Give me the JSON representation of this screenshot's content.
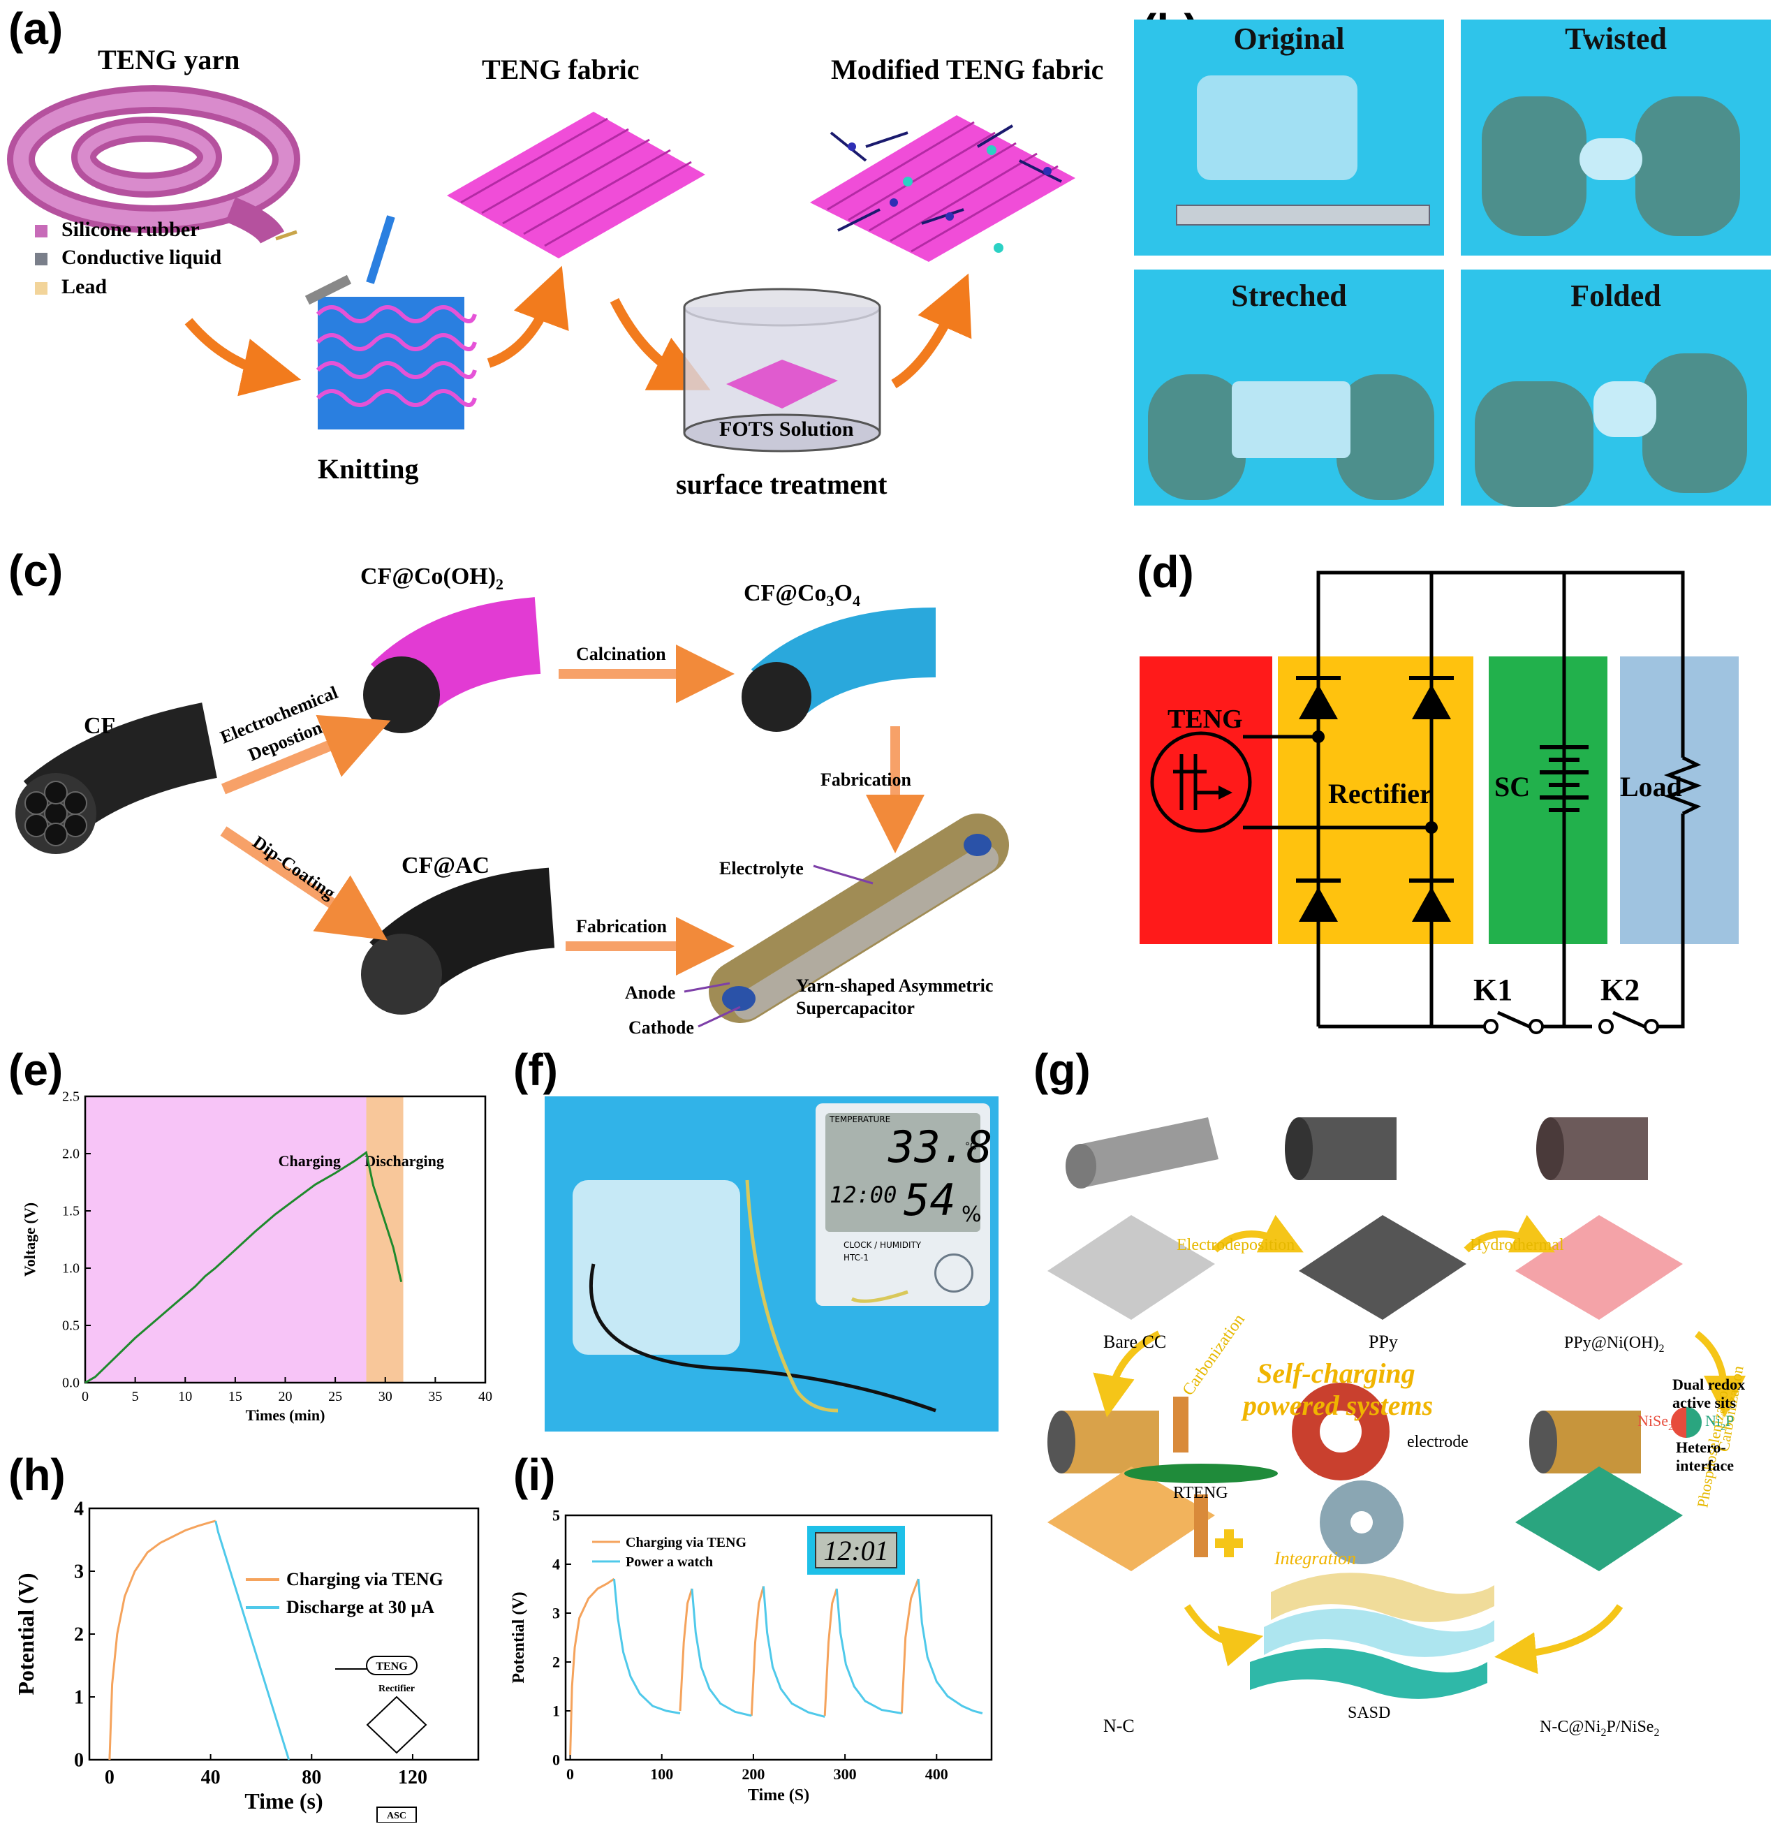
{
  "panels": {
    "a": {
      "label": "(a)",
      "teng_yarn": "TENG yarn",
      "teng_fabric": "TENG fabric",
      "modified_fabric": "Modified TENG fabric",
      "legend": [
        "Silicone rubber",
        "Conductive liquid",
        "Lead"
      ],
      "legend_colors": [
        "#c76bb8",
        "#7a7f8a",
        "#f2d49a"
      ],
      "knitting": "Knitting",
      "fots": "FOTS  Solution",
      "surface": "surface treatment"
    },
    "b": {
      "label": "(b)",
      "captions": [
        "Original",
        "Twisted",
        "Streched",
        "Folded"
      ]
    },
    "c": {
      "label": "(c)",
      "cf": "CF",
      "cf_coh": "CF@Co(OH)",
      "cf_coh_sub": "2",
      "cf_co3o4_a": "CF@Co",
      "cf_co3o4_b": "3",
      "cf_co3o4_c": "O",
      "cf_co3o4_d": "4",
      "cf_ac": "CF@AC",
      "electrochemical": "Electrochemical",
      "depostion": "Depostion",
      "calcination": "Calcination",
      "fabrication1": "Fabrication",
      "dip": "Dip-Coating",
      "fabrication2": "Fabrication",
      "electrolyte": "Electrolyte",
      "anode": "Anode",
      "cathode": "Cathode",
      "yarn_sc1": "Yarn-shaped Asymmetric",
      "yarn_sc2": "Supercapacitor"
    },
    "d": {
      "label": "(d)",
      "teng": "TENG",
      "rectifier": "Rectifier",
      "sc": "SC",
      "load": "Load",
      "k1": "K1",
      "k2": "K2",
      "colors": {
        "teng": "#ff1a1a",
        "rectifier": "#ffc20e",
        "sc": "#22b14c",
        "load": "#9fc3e0"
      }
    },
    "e": {
      "label": "(e)"
    },
    "f": {
      "label": "(f)",
      "temperature": "TEMPERATURE",
      "temp_value": "33.8",
      "temp_unit": "°C",
      "time_value": "12:00",
      "hum_value": "54",
      "hum_unit": "%",
      "clock_humidity": "CLOCK / HUMIDITY",
      "model": "HTC-1"
    },
    "g": {
      "label": "(g)",
      "electrodeposition": "Electrodeposition",
      "hydrothermal": "Hydrothermal",
      "carbonization": "Carbonization",
      "phospho": "Phosphoselenization-",
      "phospho2": "Carbonization",
      "bare_cc": "Bare CC",
      "ppy": "PPy",
      "ppy_ni": "PPy@Ni(OH)",
      "ppy_ni_sub": "2",
      "self1": "Self-charging",
      "self2": "powered systems",
      "electrode": "electrode",
      "rteng": "RTENG",
      "integration": "Integration",
      "dual1": "Dual redox",
      "dual2": "active sits",
      "nise2": "NiSe",
      "nise2_sub": "2",
      "ni2p": "Ni",
      "ni2p_sub": "2",
      "ni2p_p": "P",
      "hetero1": "Hetero-",
      "hetero2": "interface",
      "nc": "N-C",
      "sasd": "SASD",
      "ncni": "N-C@Ni",
      "ncni_sub1": "2",
      "ncni_mid": "P/NiSe",
      "ncni_sub2": "2"
    },
    "h": {
      "label": "(h)",
      "inset_teng": "TENG",
      "inset_rect": "Rectifier",
      "inset_asc": "ASC"
    },
    "i": {
      "label": "(i)",
      "lcd": "12:01"
    }
  },
  "chart_data": [
    {
      "id": "e",
      "type": "line",
      "xlabel": "Times (min)",
      "ylabel": "Voltage (V)",
      "xlim": [
        0,
        40
      ],
      "ylim": [
        0,
        2.5
      ],
      "xticks": [
        0,
        5,
        10,
        15,
        20,
        25,
        30,
        35,
        40
      ],
      "yticks": [
        0.0,
        0.5,
        1.0,
        1.5,
        2.0,
        2.5
      ],
      "regions": [
        {
          "label": "Charging",
          "from": 0,
          "to": 28.1,
          "color": "#f7c4f7"
        },
        {
          "label": "Discharging",
          "from": 28.1,
          "to": 31.8,
          "color": "#f8c79a"
        }
      ],
      "series": [
        {
          "color": "#1e8a2c",
          "x": [
            0,
            1,
            3,
            5,
            7,
            9,
            11,
            12,
            13,
            15,
            17,
            19,
            21,
            23,
            25,
            27,
            28.1,
            28.8,
            29.8,
            30.8,
            31.6
          ],
          "y": [
            0.0,
            0.05,
            0.22,
            0.39,
            0.54,
            0.69,
            0.84,
            0.93,
            1.0,
            1.16,
            1.32,
            1.47,
            1.6,
            1.73,
            1.83,
            1.94,
            2.01,
            1.72,
            1.45,
            1.18,
            0.88
          ]
        }
      ]
    },
    {
      "id": "h",
      "type": "line",
      "xlabel": "Time (s)",
      "ylabel": "Potential (V)",
      "xlim": [
        -8,
        146
      ],
      "ylim": [
        0,
        4
      ],
      "xticks": [
        0,
        40,
        80,
        120
      ],
      "yticks": [
        0,
        1,
        2,
        3,
        4
      ],
      "series": [
        {
          "name": "Charging via TENG",
          "color": "#f5a35c",
          "x": [
            0,
            1,
            3,
            6,
            10,
            15,
            20,
            25,
            30,
            35,
            40,
            42
          ],
          "y": [
            0.0,
            1.2,
            2.0,
            2.6,
            3.0,
            3.3,
            3.45,
            3.55,
            3.65,
            3.72,
            3.78,
            3.8
          ]
        },
        {
          "name": "Discharge at 30 µA",
          "color": "#4fc9ea",
          "x": [
            42,
            43,
            71
          ],
          "y": [
            3.8,
            3.62,
            0.0
          ]
        }
      ]
    },
    {
      "id": "i",
      "type": "line",
      "xlabel": "Time (S)",
      "ylabel": "Potential (V)",
      "xlim": [
        -5,
        460
      ],
      "ylim": [
        0,
        5
      ],
      "xticks": [
        0,
        100,
        200,
        300,
        400
      ],
      "yticks": [
        0,
        1,
        2,
        3,
        4,
        5
      ],
      "series": [
        {
          "name": "Charging via TENG",
          "color": "#f5a35c",
          "segments": [
            {
              "x": [
                0,
                2,
                5,
                10,
                20,
                30,
                40,
                48
              ],
              "y": [
                0.1,
                1.5,
                2.3,
                2.9,
                3.3,
                3.5,
                3.6,
                3.7
              ]
            },
            {
              "x": [
                120,
                124,
                128,
                133
              ],
              "y": [
                1.0,
                2.4,
                3.2,
                3.5
              ]
            },
            {
              "x": [
                198,
                202,
                206,
                211
              ],
              "y": [
                0.9,
                2.4,
                3.2,
                3.55
              ]
            },
            {
              "x": [
                278,
                282,
                286,
                291
              ],
              "y": [
                0.9,
                2.4,
                3.2,
                3.5
              ]
            },
            {
              "x": [
                362,
                366,
                372,
                380
              ],
              "y": [
                0.95,
                2.5,
                3.3,
                3.7
              ]
            }
          ]
        },
        {
          "name": "Power a watch",
          "color": "#4fc9ea",
          "segments": [
            {
              "x": [
                48,
                52,
                58,
                66,
                76,
                90,
                105,
                120
              ],
              "y": [
                3.7,
                2.9,
                2.2,
                1.7,
                1.35,
                1.1,
                1.0,
                0.95
              ]
            },
            {
              "x": [
                133,
                137,
                143,
                152,
                164,
                180,
                198
              ],
              "y": [
                3.5,
                2.6,
                1.9,
                1.45,
                1.15,
                0.98,
                0.9
              ]
            },
            {
              "x": [
                211,
                215,
                221,
                230,
                242,
                260,
                278
              ],
              "y": [
                3.55,
                2.6,
                1.9,
                1.45,
                1.15,
                0.97,
                0.88
              ]
            },
            {
              "x": [
                291,
                295,
                301,
                310,
                322,
                340,
                362
              ],
              "y": [
                3.5,
                2.6,
                1.95,
                1.5,
                1.2,
                1.02,
                0.95
              ]
            },
            {
              "x": [
                380,
                384,
                390,
                400,
                412,
                428,
                440,
                450
              ],
              "y": [
                3.7,
                2.8,
                2.1,
                1.6,
                1.3,
                1.1,
                1.0,
                0.95
              ]
            }
          ]
        }
      ]
    }
  ]
}
